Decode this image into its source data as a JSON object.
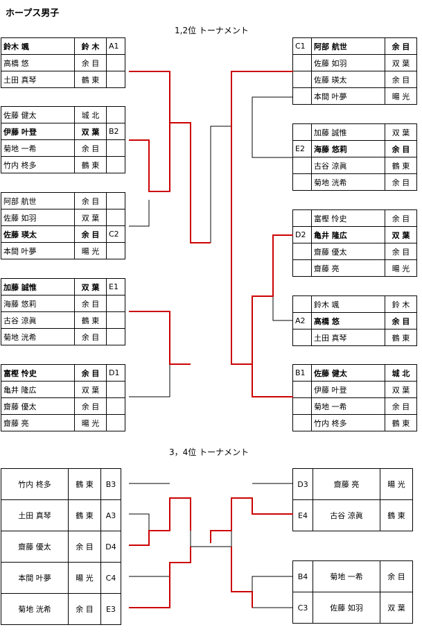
{
  "title": "ホープス男子",
  "section1_title": "1,2位 トーナメント",
  "section2_title": "3，4位 トーナメント",
  "colors": {
    "winner_line": "#cc0000",
    "line": "#000000"
  },
  "t12_left": [
    {
      "code": "A1",
      "rows": [
        {
          "name": "鈴木 颯",
          "school": "鈴 木",
          "bold": true
        },
        {
          "name": "高橋 悠",
          "school": "余 目"
        },
        {
          "name": "土田 真琴",
          "school": "鶴 東"
        }
      ]
    },
    {
      "code": "B2",
      "rows": [
        {
          "name": "佐藤 健太",
          "school": "城 北"
        },
        {
          "name": "伊藤 叶登",
          "school": "双 葉",
          "bold": true
        },
        {
          "name": "菊地 一希",
          "school": "余 目"
        },
        {
          "name": "竹内 柊多",
          "school": "鶴 東"
        }
      ]
    },
    {
      "code": "C2",
      "rows": [
        {
          "name": "阿部 航世",
          "school": "余 目"
        },
        {
          "name": "佐藤 如羽",
          "school": "双 葉"
        },
        {
          "name": "佐藤 瑛太",
          "school": "余 目",
          "bold": true
        },
        {
          "name": "本間 叶夢",
          "school": "暘 光"
        }
      ]
    },
    {
      "code": "E1",
      "rows": [
        {
          "name": "加藤 誠惟",
          "school": "双 葉",
          "bold": true
        },
        {
          "name": "海藤 悠莉",
          "school": "余 目"
        },
        {
          "name": "古谷 涼眞",
          "school": "鶴 東"
        },
        {
          "name": "菊地 洸希",
          "school": "余 目"
        }
      ]
    },
    {
      "code": "D1",
      "rows": [
        {
          "name": "富樫 怜史",
          "school": "余 目",
          "bold": true
        },
        {
          "name": "亀井 隆広",
          "school": "双 葉"
        },
        {
          "name": "齋藤 優太",
          "school": "余 目"
        },
        {
          "name": "齋藤 亮",
          "school": "暘 光"
        }
      ]
    }
  ],
  "t12_right": [
    {
      "code": "C1",
      "rows": [
        {
          "name": "阿部 航世",
          "school": "余 目",
          "bold": true
        },
        {
          "name": "佐藤 如羽",
          "school": "双 葉"
        },
        {
          "name": "佐藤 瑛太",
          "school": "余 目"
        },
        {
          "name": "本間 叶夢",
          "school": "暘 光"
        }
      ]
    },
    {
      "code": "E2",
      "rows": [
        {
          "name": "加藤 誠惟",
          "school": "双 葉"
        },
        {
          "name": "海藤 悠莉",
          "school": "余 目",
          "bold": true
        },
        {
          "name": "古谷 涼眞",
          "school": "鶴 東"
        },
        {
          "name": "菊地 洸希",
          "school": "余 目"
        }
      ]
    },
    {
      "code": "D2",
      "rows": [
        {
          "name": "富樫 怜史",
          "school": "余 目"
        },
        {
          "name": "亀井 隆広",
          "school": "双 葉",
          "bold": true
        },
        {
          "name": "齋藤 優太",
          "school": "余 目"
        },
        {
          "name": "齋藤 亮",
          "school": "暘 光"
        }
      ]
    },
    {
      "code": "A2",
      "rows": [
        {
          "name": "鈴木 颯",
          "school": "鈴 木"
        },
        {
          "name": "高橋 悠",
          "school": "余 目",
          "bold": true
        },
        {
          "name": "土田 真琴",
          "school": "鶴 東"
        }
      ]
    },
    {
      "code": "B1",
      "rows": [
        {
          "name": "佐藤 健太",
          "school": "城 北",
          "bold": true
        },
        {
          "name": "伊藤 叶登",
          "school": "双 葉"
        },
        {
          "name": "菊地 一希",
          "school": "余 目"
        },
        {
          "name": "竹内 柊多",
          "school": "鶴 東"
        }
      ]
    }
  ],
  "t34_left": [
    {
      "name": "竹内 柊多",
      "school": "鶴 東",
      "code": "B3"
    },
    {
      "name": "土田 真琴",
      "school": "鶴 東",
      "code": "A3"
    },
    {
      "name": "齋藤 優太",
      "school": "余 目",
      "code": "D4"
    },
    {
      "name": "本間 叶夢",
      "school": "暘 光",
      "code": "C4"
    },
    {
      "name": "菊地 洸希",
      "school": "余 目",
      "code": "E3"
    }
  ],
  "t34_right": [
    {
      "code": "D3",
      "name": "齋藤 亮",
      "school": "暘 光"
    },
    {
      "code": "E4",
      "name": "古谷 涼眞",
      "school": "鶴 東"
    },
    {
      "code": "B4",
      "name": "菊地 一希",
      "school": "余 目"
    },
    {
      "code": "C3",
      "name": "佐藤 如羽",
      "school": "双 葉"
    }
  ]
}
